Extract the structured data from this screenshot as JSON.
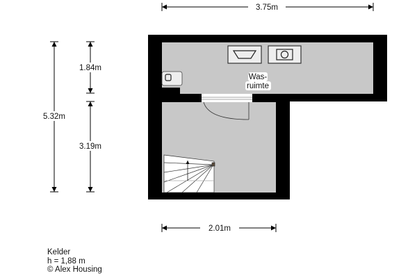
{
  "plan": {
    "room_label_line1": "Was-",
    "room_label_line2": "ruimte",
    "dimensions": {
      "width_top": "3.75m",
      "height_total": "5.32m",
      "height_upper": "1.84m",
      "height_lower": "3.19m",
      "width_bottom": "2.01m"
    },
    "colors": {
      "wall": "#000000",
      "floor": "#c8c8c8",
      "background": "#ffffff"
    }
  },
  "legend": {
    "floor_name": "Kelder",
    "height": "h = 1,88 m",
    "copyright": "© Alex Housing"
  }
}
